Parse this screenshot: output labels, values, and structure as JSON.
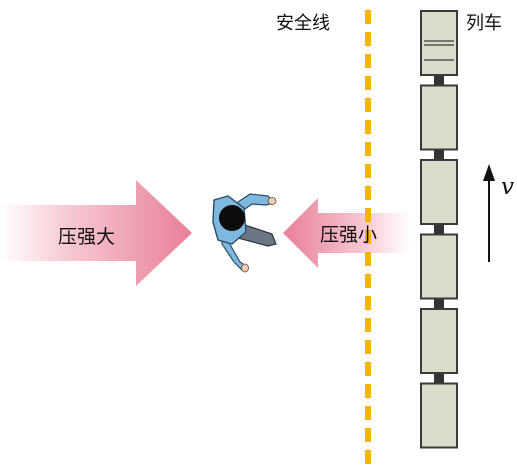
{
  "labels": {
    "safety_line": "安全线",
    "train": "列车",
    "left_arrow": "压强大",
    "right_arrow": "压强小",
    "velocity": "v"
  },
  "colors": {
    "safety_line": "#f4b400",
    "arrow_pink": "#e87f98",
    "arrow_pink_light": "#fbe4ea",
    "car_fill": "#dcdccd",
    "car_stroke": "#3a3a3a",
    "coupler": "#333333",
    "person_jacket": "#7fb8de",
    "person_pants": "#6c7784",
    "person_head": "#0c0c0c"
  },
  "train": {
    "car_count": 6,
    "coupler_count": 5,
    "direction": "up"
  }
}
